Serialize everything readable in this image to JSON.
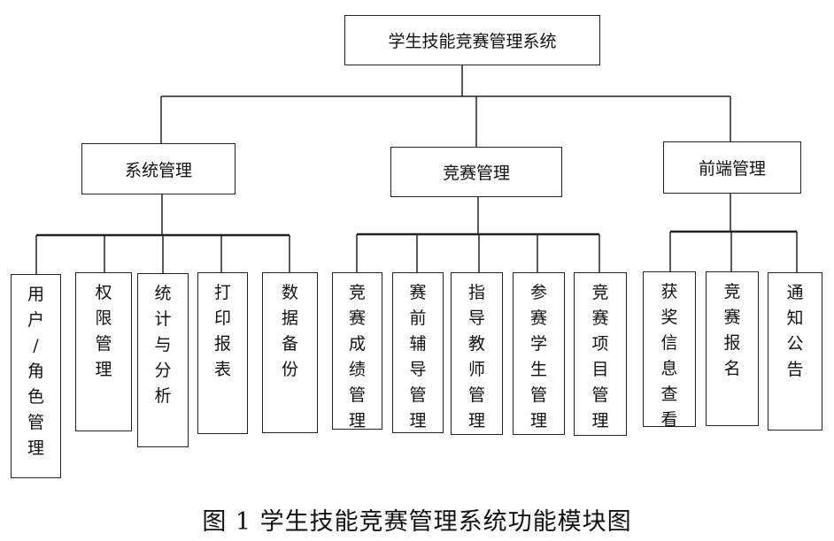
{
  "root": {
    "label": "学生技能竞赛管理系统"
  },
  "groups": [
    {
      "label": "系统管理",
      "children": [
        "用户/角色管理",
        "权限管理",
        "统计与分析",
        "打印报表",
        "数据备份"
      ]
    },
    {
      "label": "竞赛管理",
      "children": [
        "竞赛成绩管理",
        "赛前辅导管理",
        "指导教师管理",
        "参赛学生管理",
        "竞赛项目管理"
      ]
    },
    {
      "label": "前端管理",
      "children": [
        "获奖信息查看",
        "竞赛报名",
        "通知公告"
      ]
    }
  ],
  "caption": "图 1   学生技能竞赛管理系统功能模块图"
}
